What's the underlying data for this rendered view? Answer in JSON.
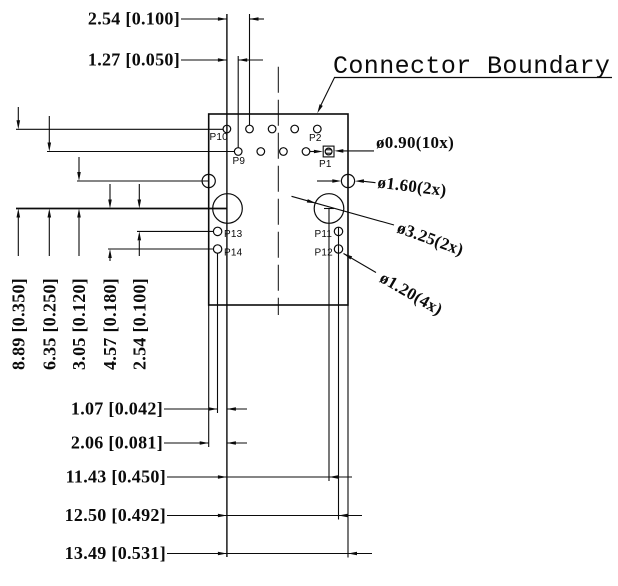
{
  "title": "Connector Boundary",
  "dims": {
    "top": [
      "2.54 [0.100]",
      "1.27 [0.050]"
    ],
    "left": [
      "8.89 [0.350]",
      "6.35 [0.250]",
      "3.05 [0.120]",
      "4.57 [0.180]",
      "2.54 [0.100]"
    ],
    "bottom": [
      "1.07 [0.042]",
      "2.06 [0.081]",
      "11.43 [0.450]",
      "12.50 [0.492]",
      "13.49 [0.531]"
    ]
  },
  "callouts": [
    "ø0.90(10x)",
    "ø1.60(2x)",
    "ø3.25(2x)",
    "ø1.20(4x)"
  ],
  "pins": {
    "p1": "P1",
    "p2": "P2",
    "p9": "P9",
    "p10": "P10",
    "p11": "P11",
    "p12": "P12",
    "p13": "P13",
    "p14": "P14"
  },
  "colors": {
    "line": "#0b0b0b",
    "background": "#ffffff"
  }
}
